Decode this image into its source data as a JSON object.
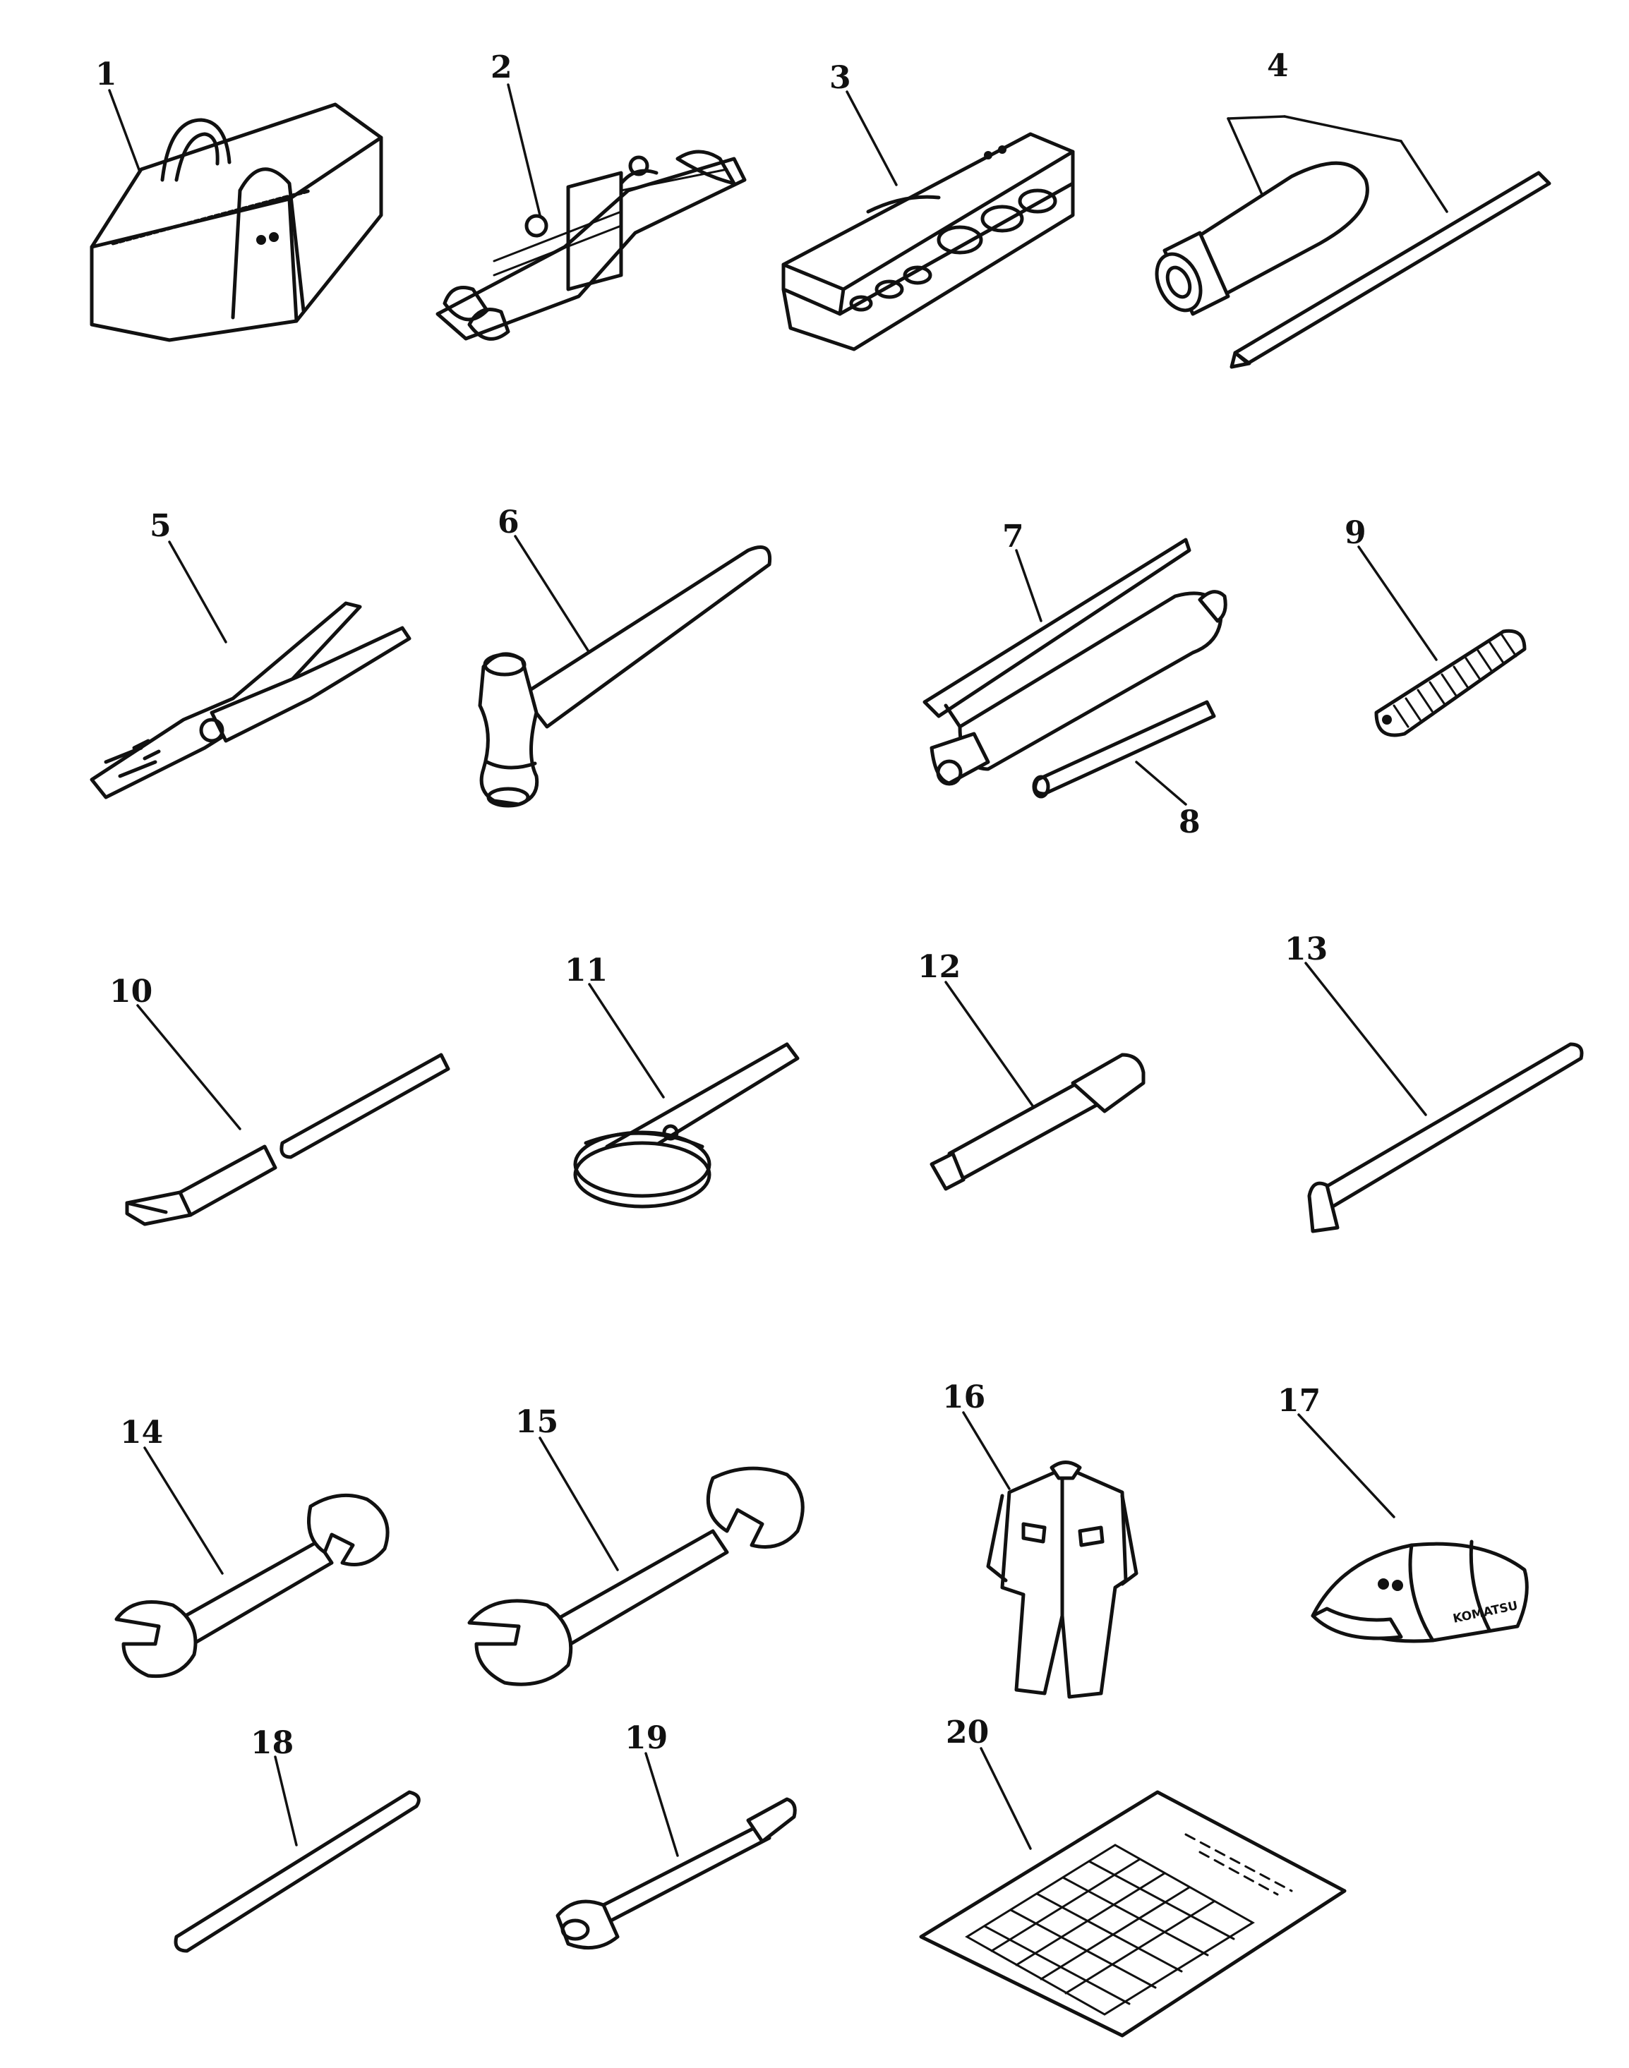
{
  "labels": {
    "item1": "1",
    "item2": "2",
    "item3": "3",
    "item4": "4",
    "item5": "5",
    "item6": "6",
    "item7": "7",
    "item8": "8",
    "item9": "9",
    "item10": "10",
    "item11": "11",
    "item12": "12",
    "item13": "13",
    "item14": "14",
    "item15": "15",
    "item16": "16",
    "item17": "17",
    "item18": "18",
    "item19": "19",
    "item20": "20"
  },
  "cap_text": "KOMATSU"
}
